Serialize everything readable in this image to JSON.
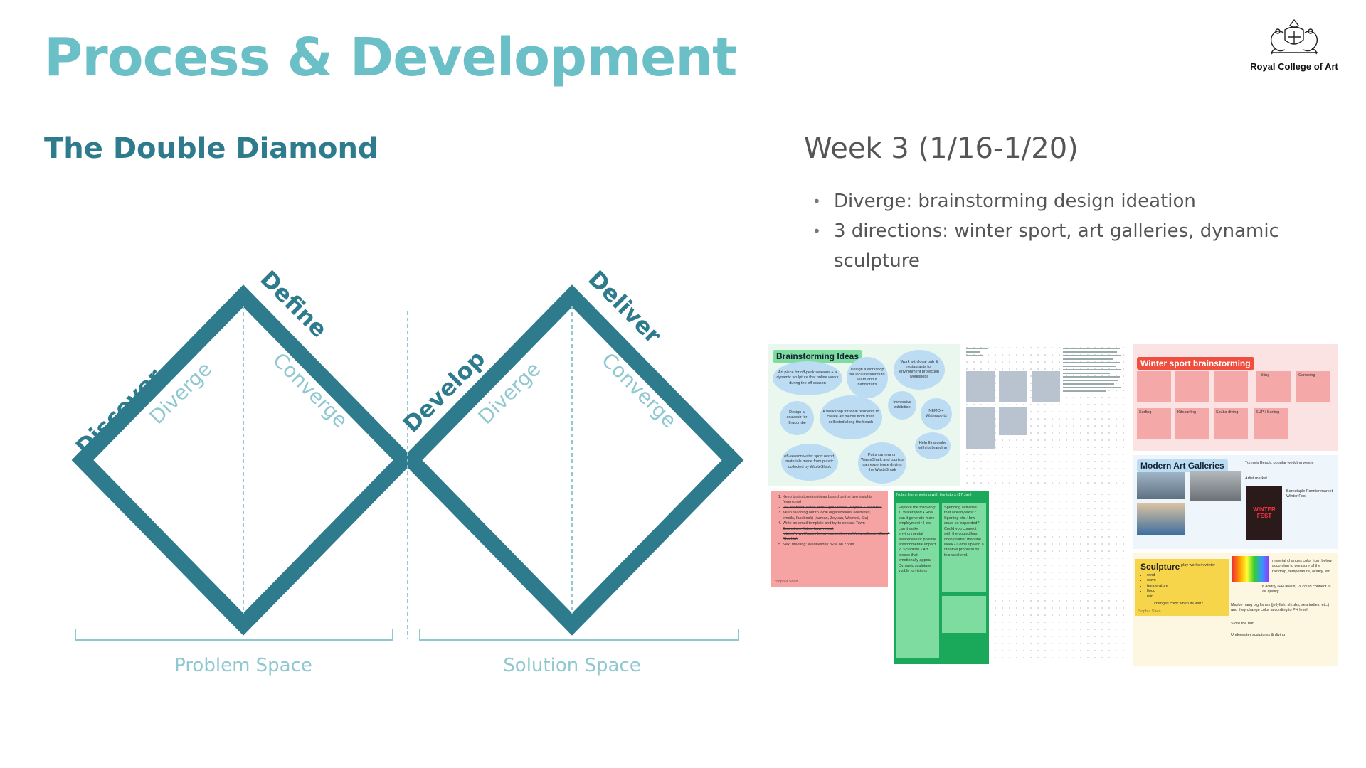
{
  "slide": {
    "title": "Process & Development",
    "subtitle": "The Double Diamond",
    "logo_text": "Royal College of Art"
  },
  "diagram": {
    "phases": [
      "Discover",
      "Define",
      "Develop",
      "Deliver"
    ],
    "modes": [
      "Diverge",
      "Converge",
      "Diverge",
      "Converge"
    ],
    "spaces": [
      "Problem Space",
      "Solution Space"
    ],
    "colors": {
      "dark": "#2d7b8c",
      "light": "#8fc8d1"
    }
  },
  "week": {
    "title": "Week 3 (1/16-1/20)",
    "bullets": [
      "Diverge: brainstorming design ideation",
      "3 directions: winter sport, art galleries, dynamic sculpture"
    ]
  },
  "board": {
    "brainstorm": {
      "label": "Brainstorming Ideas",
      "bubbles": [
        "Art piece for off-peak seasons + a dynamic sculpture that online works during the off-season",
        "Design a workshop for local residents to learn about handicrafts",
        "Work with local pub & restaurants for environment protection workshops",
        "Design a souvenir for Ilfracombe",
        "A workshop for local residents to create art pieces from trash collected along the beach",
        "Immersive exhibition",
        "NEMO + Watersports",
        "Help Ilfracombe with its branding",
        "off-season water sport resort, materials made from plastic collected by WasteShark",
        "Put a camera on WasteShark and tourists can experience driving the WasteShark"
      ]
    },
    "todo": {
      "items": [
        "Keep brainstorming ideas based on the two insights (everyone)",
        "Put interview notes onto Figma board (Sophia & Wenwei)",
        "Keep reaching out to local organizations (websites, emails, facebook) (Azman, Zeyuan, Wenwei, Siu)",
        "Write an email template and try to contact Town Councilors (latest town report https://www.ilfracombetowncouncil.gov.uk/council/councillors/) (Sophia)",
        "Next meeting: Wednesday 8PM on Zoom"
      ],
      "author": "Sophia Shen"
    },
    "tutors": {
      "label": "Notes from meeting with the tutors (17 Jan)",
      "col1": "Explore the following: 1. Watersport • How can it generate more employment • How can it make environmental awareness or positive environmental impact 2. Sculpture • Art pieces that emotionally appeal • Dynamic sculpture visible to visitors",
      "col2": "Spending activities that already exist? Sporting etc. How could be expanded? Could you connect with the councillors online rather than the week? Come up with a creative proposal by this weekend."
    },
    "winter": {
      "label": "Winter sport brainstorming",
      "stickies": [
        "",
        "",
        "",
        "Hiking",
        "Canoeing",
        "Surfing",
        "Kitesurfing",
        "Scuba diving",
        "SUP / Surfing",
        ""
      ]
    },
    "galleries": {
      "label": "Modern Art Galleries",
      "notes": [
        "Tunnels Beach: popular wedding venue",
        "Artist market",
        "Barnstaple Pannier market Winter Fest"
      ],
      "poster_text": "WINTER FEST"
    },
    "sculpture": {
      "label": "Sculpture",
      "heading": "play works in winter",
      "list": [
        "wind",
        "wave",
        "temperature",
        "flood",
        "rain"
      ],
      "sublist": "changes color when its wet?",
      "author": "Sophia Shen",
      "notes": [
        "material changes color from below according to pressure of the raindrop, temperature, acidity, etc.",
        "if acidity (PH levels) -> could connect to air quality",
        "Maybe hang big fishes (jellyfish, shrubs, sea turtles, etc.) and they change color according to PH level",
        "Store the rain",
        "Underwater sculptures & diving"
      ]
    }
  }
}
